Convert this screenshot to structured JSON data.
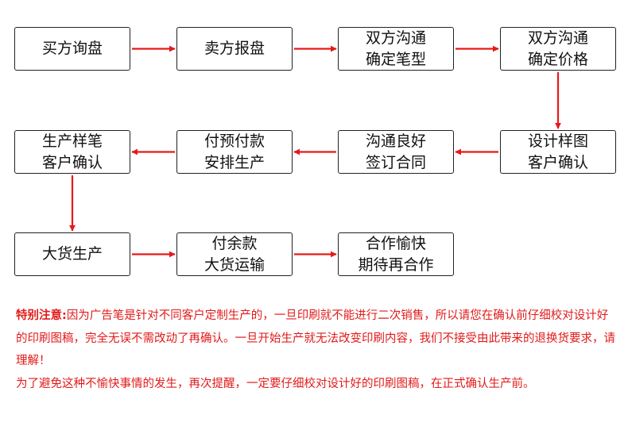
{
  "colors": {
    "arrow": "#e61919",
    "notice": "#e21a1a",
    "box_border": "#222222"
  },
  "steps": [
    {
      "id": "buyer-inquiry",
      "text": "买方询盘"
    },
    {
      "id": "seller-quote",
      "text": "卖方报盘"
    },
    {
      "id": "confirm-pen-model",
      "text": "双方沟通\n确定笔型"
    },
    {
      "id": "confirm-price",
      "text": "双方沟通\n确定价格"
    },
    {
      "id": "design-sample",
      "text": "设计样图\n客户确认"
    },
    {
      "id": "sign-contract",
      "text": "沟通良好\n签订合同"
    },
    {
      "id": "prepay-production",
      "text": "付预付款\n安排生产"
    },
    {
      "id": "sample-confirm",
      "text": "生产样笔\n客户确认"
    },
    {
      "id": "mass-production",
      "text": "大货生产"
    },
    {
      "id": "balance-shipping",
      "text": "付余款\n大货运输"
    },
    {
      "id": "cooperation-happy",
      "text": "合作愉快\n期待再合作"
    }
  ],
  "flow": [
    [
      "buyer-inquiry",
      "seller-quote"
    ],
    [
      "seller-quote",
      "confirm-pen-model"
    ],
    [
      "confirm-pen-model",
      "confirm-price"
    ],
    [
      "confirm-price",
      "design-sample"
    ],
    [
      "design-sample",
      "sign-contract"
    ],
    [
      "sign-contract",
      "prepay-production"
    ],
    [
      "prepay-production",
      "sample-confirm"
    ],
    [
      "sample-confirm",
      "mass-production"
    ],
    [
      "mass-production",
      "balance-shipping"
    ],
    [
      "balance-shipping",
      "cooperation-happy"
    ]
  ],
  "notice": {
    "label": "特别注意:",
    "line1": "因为广告笔是针对不同客户定制生产的，一旦印刷就不能进行二次销售，所以请您在确认前仔细校对设计好的印刷图稿，完全无误不需改动了再确认。一旦开始生产就无法改变印刷内容，我们不接受由此带来的退换货要求，请理解！",
    "line2": "为了避免这种不愉快事情的发生，再次提醒，一定要仔细校对设计好的印刷图稿，在正式确认生产前。"
  }
}
